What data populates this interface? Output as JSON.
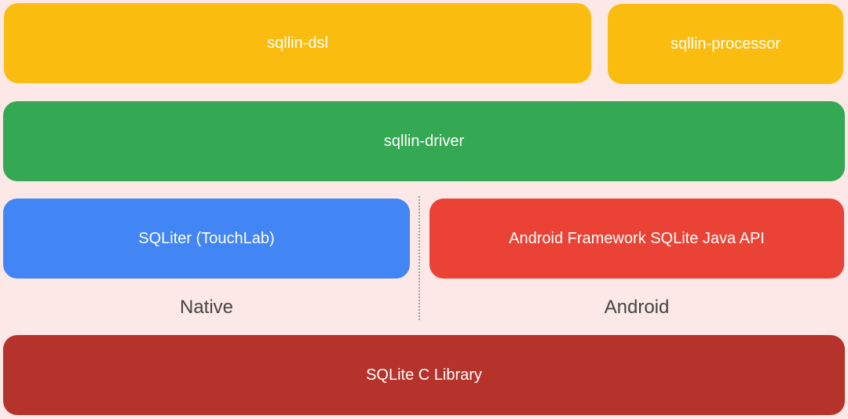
{
  "layers": {
    "dsl": {
      "label": "sqllin-dsl",
      "color": "#fbbc10"
    },
    "processor": {
      "label": "sqllin-processor",
      "color": "#fbbc10"
    },
    "driver": {
      "label": "sqllin-driver",
      "color": "#34a853"
    },
    "sqliter": {
      "label": "SQLiter (TouchLab)",
      "color": "#4285f4"
    },
    "android_api": {
      "label": "Android Framework SQLite Java API",
      "color": "#ea4335"
    },
    "sqlite_c": {
      "label": "SQLite C Library",
      "color": "#b5332a"
    }
  },
  "platforms": {
    "native": "Native",
    "android": "Android"
  }
}
